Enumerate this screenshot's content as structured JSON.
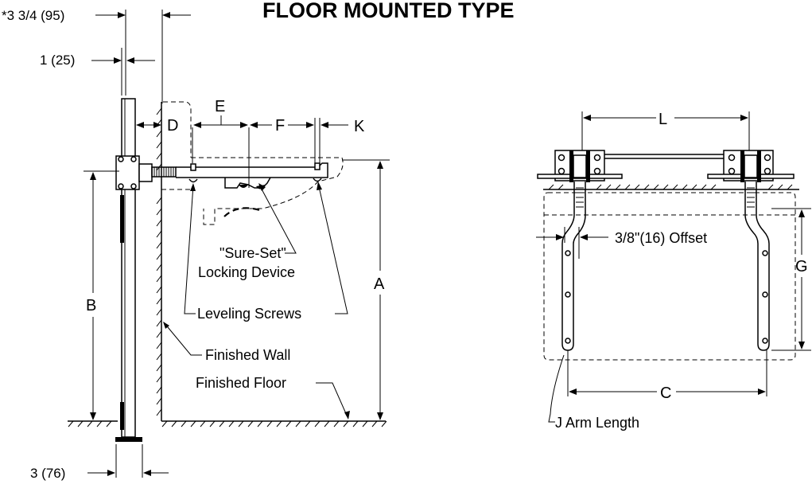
{
  "title": "FLOOR MOUNTED TYPE",
  "side_view": {
    "dim_top_clearance": "*3 3/4 (95)",
    "dim_post_width": "1 (25)",
    "dim_base_width": "3 (76)",
    "label_D": "D",
    "label_E": "E",
    "label_F": "F",
    "label_K": "K",
    "label_A": "A",
    "label_B": "B",
    "locking_device_line1": "\"Sure-Set\"",
    "locking_device_line2": "Locking Device",
    "leveling_screws": "Leveling Screws",
    "finished_wall": "Finished Wall",
    "finished_floor": "Finished Floor"
  },
  "top_view": {
    "label_L": "L",
    "label_G": "G",
    "label_C": "C",
    "offset": "3/8\"(16) Offset",
    "arm_length": "J Arm Length"
  }
}
